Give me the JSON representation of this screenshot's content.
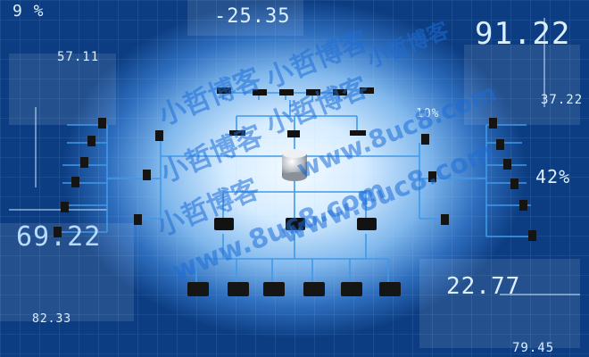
{
  "digits": {
    "top_left": "9 %",
    "top_center": "-25.35",
    "top_right": "91.22",
    "left_upper": "57.11",
    "right_upper": "37.22",
    "center_right": "10%",
    "right_mid": "42%",
    "left_mid": "69.22",
    "bottom_right": "22.77",
    "bottom_left": "82.33",
    "bottom_far_right": "79.45"
  },
  "watermark": {
    "text_cn": "小哲博客",
    "text_url": "www.8uc8.com"
  },
  "colors": {
    "bg_dark": "#0b3a78",
    "glow": "#f4faff",
    "link": "#3f9ae8",
    "device": "#121212",
    "watermark": "#1e6ed7"
  }
}
